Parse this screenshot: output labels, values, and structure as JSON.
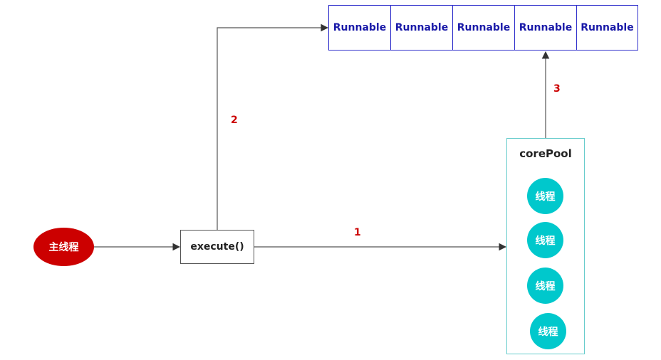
{
  "main_thread": {
    "label": "主线程",
    "color": "#cc0000"
  },
  "execute": {
    "label": "execute()"
  },
  "queue": {
    "items": [
      "Runnable",
      "Runnable",
      "Runnable",
      "Runnable",
      "Runnable"
    ],
    "text_color": "#1a1aa8",
    "border_color": "#3333cc"
  },
  "core_pool": {
    "title": "corePool",
    "border_color": "#66cccc",
    "workers": [
      "线程",
      "线程",
      "线程",
      "线程"
    ],
    "worker_color": "#00c8cc"
  },
  "steps": {
    "one": "1",
    "two": "2",
    "three": "3"
  },
  "step_color": "#cc0000"
}
